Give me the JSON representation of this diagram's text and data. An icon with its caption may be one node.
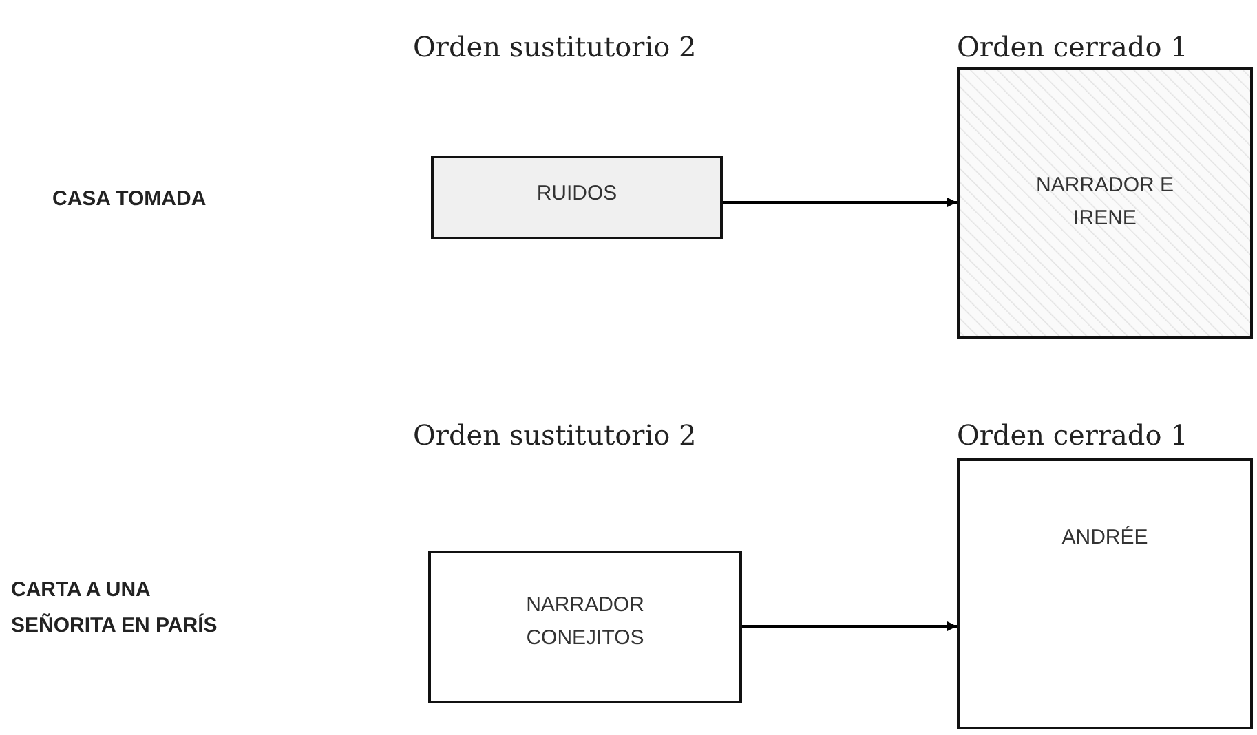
{
  "diagram": {
    "nodes": [
      {
        "text": [
          "Orden sustitutorio 2",
          "RUIDOS"
        ]
      },
      {
        "text": [
          "Orden cerrado 1",
          "NARRADOR E IRENE"
        ]
      },
      {
        "text": [
          "Orden sustitutorio 2",
          "NARRADOR CONEJITOS"
        ]
      },
      {
        "text": [
          "Orden cerrado 1",
          "ANDRÉE"
        ]
      }
    ],
    "edges": [
      {
        "from": 0,
        "to": 1,
        "arrow": "to"
      },
      {
        "from": 2,
        "to": 3,
        "arrow": "to"
      }
    ],
    "labels": [
      "CASA TOMADA",
      "CARTA A UNA SEÑORITA EN PARÍS"
    ]
  }
}
